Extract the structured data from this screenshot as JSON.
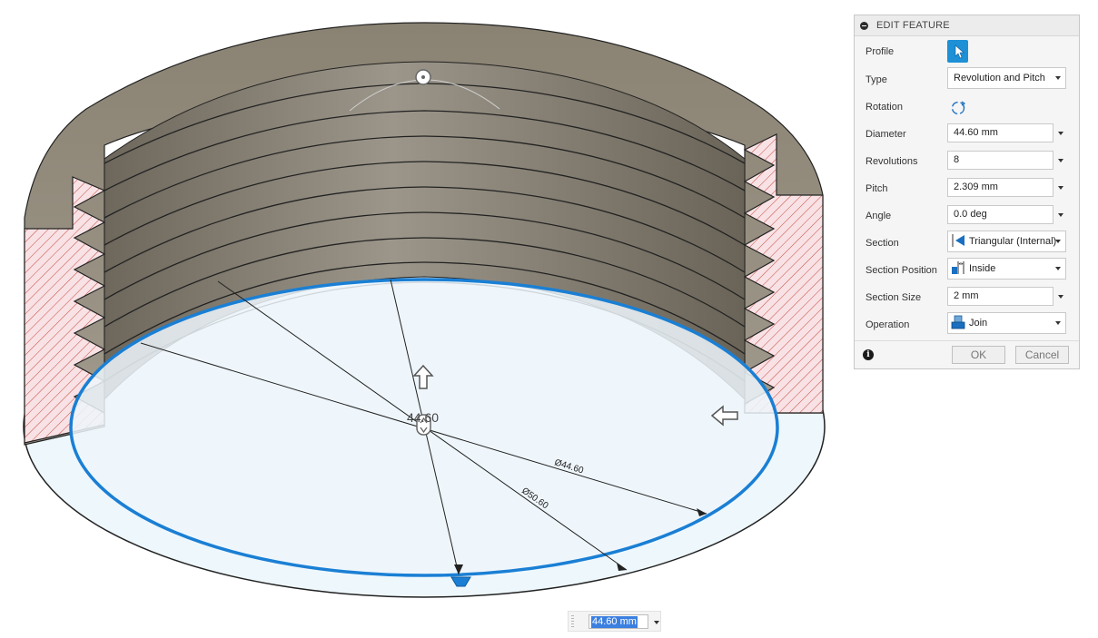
{
  "panel": {
    "title": "EDIT FEATURE",
    "rows": {
      "profile": {
        "label": "Profile",
        "icon": "cursor-arrow-icon"
      },
      "type": {
        "label": "Type",
        "value": "Revolution and Pitch"
      },
      "rotation": {
        "label": "Rotation",
        "icon": "rotation-direction-icon"
      },
      "diameter": {
        "label": "Diameter",
        "value": "44.60 mm"
      },
      "revolutions": {
        "label": "Revolutions",
        "value": "8"
      },
      "pitch": {
        "label": "Pitch",
        "value": "2.309 mm"
      },
      "angle": {
        "label": "Angle",
        "value": "0.0 deg"
      },
      "section": {
        "label": "Section",
        "value": "Triangular (Internal)",
        "icon": "triangular-section-icon"
      },
      "section_position": {
        "label": "Section Position",
        "value": "Inside",
        "icon": "inside-position-icon"
      },
      "section_size": {
        "label": "Section Size",
        "value": "2 mm"
      },
      "operation": {
        "label": "Operation",
        "value": "Join",
        "icon": "join-icon"
      }
    },
    "ok_label": "OK",
    "cancel_label": "Cancel",
    "info_icon": "i"
  },
  "viewport": {
    "center_dimension": "44.60",
    "dim_label_1": "Ø44.60",
    "dim_label_2": "Ø50.60",
    "floating_input": {
      "value": "44.60 mm"
    }
  },
  "colors": {
    "accent_blue": "#1a7fd4",
    "profile_fill": "#eaf5fc",
    "thread_gray": "#8a8478",
    "section_hatch": "#f7d9dd"
  }
}
